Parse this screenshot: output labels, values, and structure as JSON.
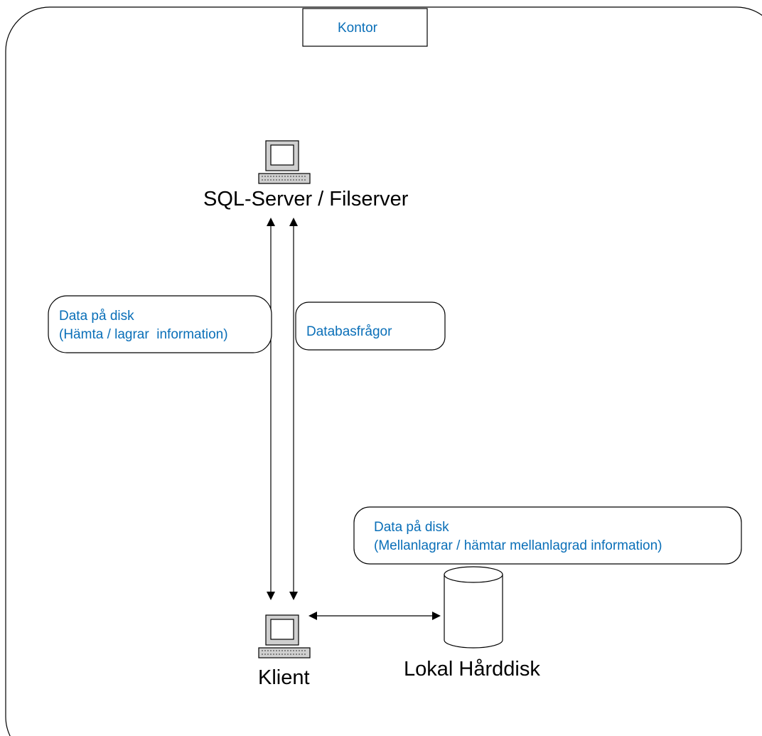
{
  "title": "Kontor",
  "nodes": {
    "server": {
      "label": "SQL-Server / Filserver",
      "icon": "computer-icon"
    },
    "client": {
      "label": "Klient",
      "icon": "computer-icon"
    },
    "disk": {
      "label": "Lokal Hårddisk",
      "icon": "database-cylinder-icon"
    }
  },
  "notes": {
    "server_disk": {
      "line1": "Data på disk",
      "line2": "(Hämta / lagrar  information)"
    },
    "queries": {
      "line1": "Databasfrågor"
    },
    "local_disk": {
      "line1": "Data på disk",
      "line2": "(Mellanlagrar / hämtar mellanlagrad information)"
    }
  },
  "colors": {
    "note_text": "#0a6fb8",
    "label_text": "#000000",
    "stroke": "#000000"
  }
}
